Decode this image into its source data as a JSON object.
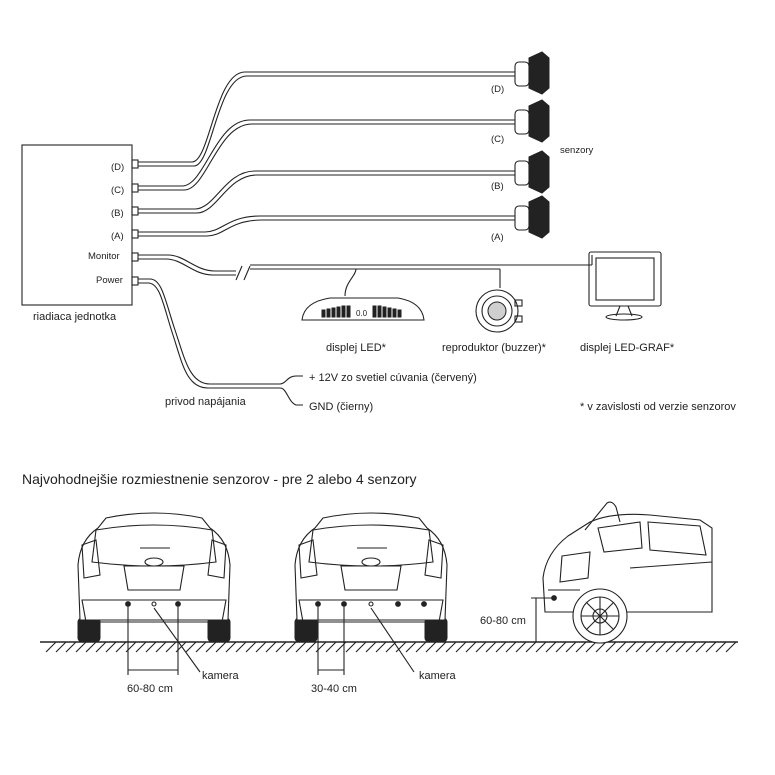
{
  "control_unit": {
    "label": "riadiaca jednotka",
    "ports": [
      "(D)",
      "(C)",
      "(B)",
      "(A)",
      "Monitor",
      "Power"
    ]
  },
  "sensors": {
    "label": "senzory",
    "items": [
      "(D)",
      "(C)",
      "(B)",
      "(A)"
    ]
  },
  "accessories": {
    "led_display": "displej LED*",
    "led_display_readout": "0.0",
    "buzzer": "reproduktor (buzzer)*",
    "ledgraf_display": "displej LED-GRAF*"
  },
  "power": {
    "lead_label": "privod napájania",
    "wire_12v": "+ 12V zo svetiel cúvania (červený)",
    "wire_gnd": "GND (čierny)"
  },
  "footnote": "* v zavislosti od verzie senzorov",
  "placement": {
    "title": "Najvohodnejšie rozmiestnenie senzorov - pre 2 alebo 4 senzory",
    "car1": {
      "spacing": "60-80 cm",
      "camera": "kamera"
    },
    "car2": {
      "spacing": "30-40 cm",
      "camera": "kamera"
    },
    "side": {
      "height": "60-80 cm"
    }
  }
}
